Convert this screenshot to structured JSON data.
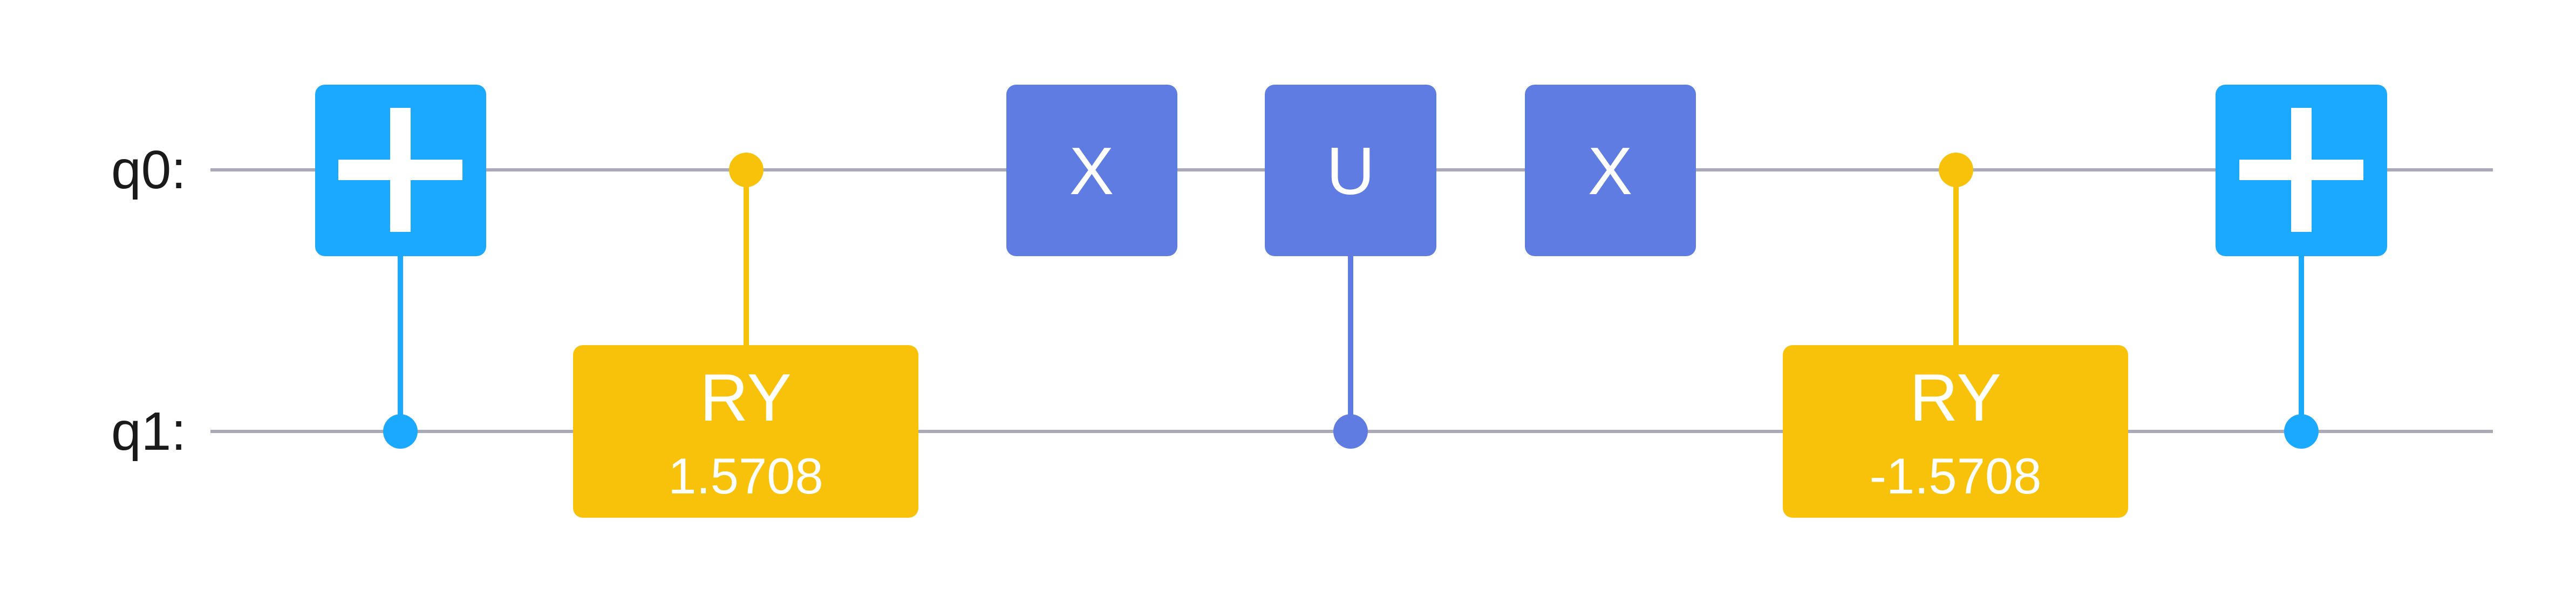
{
  "qubits": [
    {
      "label": "q0:"
    },
    {
      "label": "q1:"
    }
  ],
  "colors": {
    "background": "#ffffff",
    "wire": "#a9a9b8",
    "label_text": "#1a1a1a",
    "cnot": "#1aa9ff",
    "controlled_rotation": "#f8c20a",
    "single_qubit": "#5e7ce2",
    "gate_text": "#ffffff"
  },
  "gates": [
    {
      "type": "cnot",
      "target_qubit": 0,
      "control_qubit": 1,
      "color": "#1aa9ff",
      "icon": "plus-icon"
    },
    {
      "type": "controlled-rotation",
      "name": "RY",
      "param": "1.5708",
      "target_qubit": 1,
      "control_qubit": 0,
      "color": "#f8c20a"
    },
    {
      "type": "single",
      "name": "X",
      "qubit": 0,
      "color": "#5e7ce2"
    },
    {
      "type": "controlled-single",
      "name": "U",
      "target_qubit": 0,
      "control_qubit": 1,
      "color": "#5e7ce2"
    },
    {
      "type": "single",
      "name": "X",
      "qubit": 0,
      "color": "#5e7ce2"
    },
    {
      "type": "controlled-rotation",
      "name": "RY",
      "param": "-1.5708",
      "target_qubit": 1,
      "control_qubit": 0,
      "color": "#f8c20a"
    },
    {
      "type": "cnot",
      "target_qubit": 0,
      "control_qubit": 1,
      "color": "#1aa9ff",
      "icon": "plus-icon"
    }
  ]
}
